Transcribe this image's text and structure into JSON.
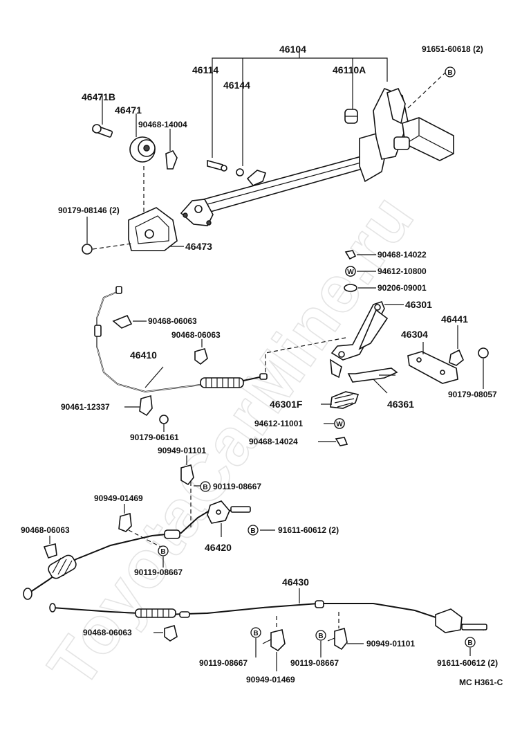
{
  "watermark": "ToyotaCarMine.ru",
  "diagram_code": "MC  H361-C",
  "badge_letters": {
    "bolt": "B",
    "washer": "W"
  },
  "parts": {
    "p46104": "46104",
    "p46114": "46114",
    "p46144": "46144",
    "p46110A": "46110A",
    "p91651_60618": "91651-60618 (2)",
    "p46471B": "46471B",
    "p46471": "46471",
    "p90468_14004": "90468-14004",
    "p90179_08146": "90179-08146 (2)",
    "p46473": "46473",
    "p90468_14022": "90468-14022",
    "p94612_10800": "94612-10800",
    "p90206_09001": "90206-09001",
    "p46301": "46301",
    "p46441": "46441",
    "p46304": "46304",
    "p90179_08057": "90179-08057",
    "p90468_06063_a": "90468-06063",
    "p90468_06063_b": "90468-06063",
    "p46410": "46410",
    "p46361": "46361",
    "p46301F": "46301F",
    "p90461_12337": "90461-12337",
    "p94612_11001": "94612-11001",
    "p90468_14024": "90468-14024",
    "p90179_06161": "90179-06161",
    "p90949_01101_a": "90949-01101",
    "p90119_08667_a": "90119-08667",
    "p90949_01469_a": "90949-01469",
    "p90468_06063_c": "90468-06063",
    "p91611_60612_a": "91611-60612 (2)",
    "p46420": "46420",
    "p90119_08667_b": "90119-08667",
    "p46430": "46430",
    "p90468_06063_d": "90468-06063",
    "p90949_01101_b": "90949-01101",
    "p90119_08667_c": "90119-08667",
    "p90119_08667_d": "90119-08667",
    "p91611_60612_b": "91611-60612 (2)",
    "p90949_01469_b": "90949-01469"
  }
}
